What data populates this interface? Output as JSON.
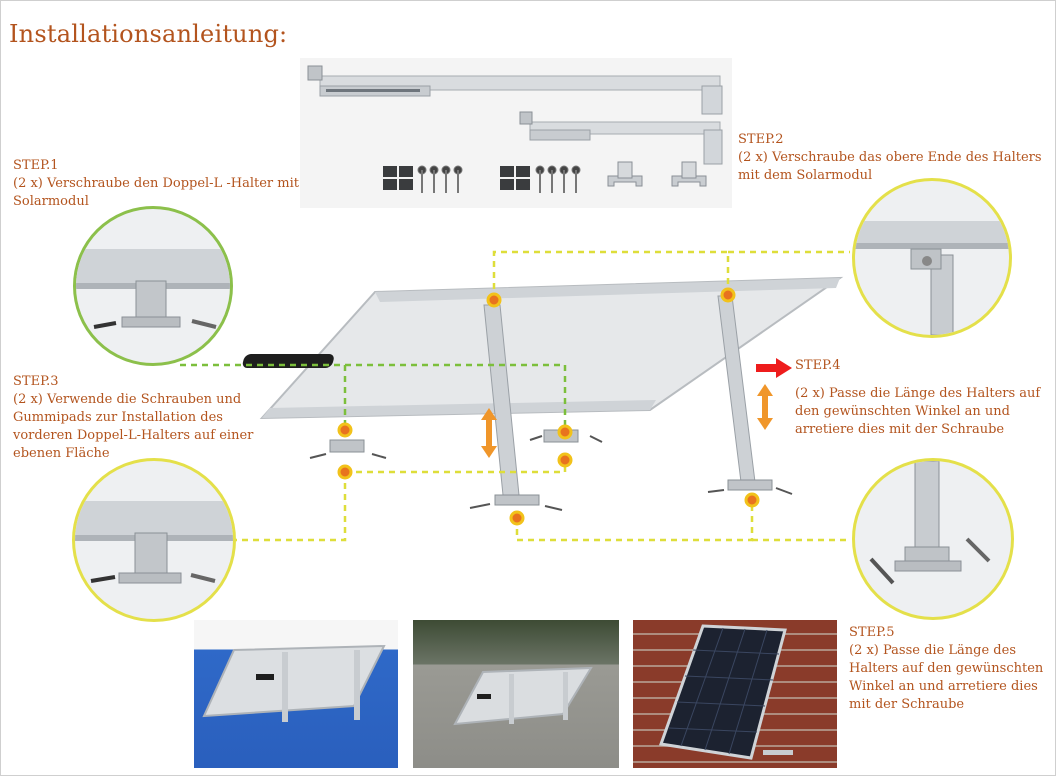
{
  "title": "Installationsanleitung:",
  "steps": {
    "step1": {
      "head": "STEP.1",
      "text": "(2 x) Verschraube den Doppel-L -Halter mit\nSolarmodul"
    },
    "step2": {
      "head": "STEP.2",
      "text": "(2 x) Verschraube das obere Ende des Halters\nmit dem Solarmodul"
    },
    "step3": {
      "head": "STEP.3",
      "text": "(2 x) Verwende die Schrauben und\nGummipads zur Installation des\nvorderen Doppel-L-Halters auf einer\nebenen Fläche"
    },
    "step4": {
      "head": "STEP.4",
      "text": "(2 x) Passe die Länge des Halters auf\nden gewünschten Winkel an und\narretiere dies mit der Schraube"
    },
    "step5": {
      "head": "STEP.5",
      "text": "(2 x) Passe die Länge des\nHalters auf den gewünschten\nWinkel an und arretiere dies\nmit der Schraube"
    }
  },
  "colors": {
    "text": "#b3541e",
    "green_circle": "#8cc04b",
    "yellow_circle": "#e4e04a",
    "green_dash": "#7cbf3c",
    "yellow_dash": "#dede3a",
    "marker_fill": "#e8731e",
    "marker_ring": "#f2c21a",
    "arrow_orange": "#f0962a",
    "arrow_red": "#ee1c1c"
  },
  "icons": [
    "right-arrow-icon",
    "double-arrow-icon"
  ]
}
